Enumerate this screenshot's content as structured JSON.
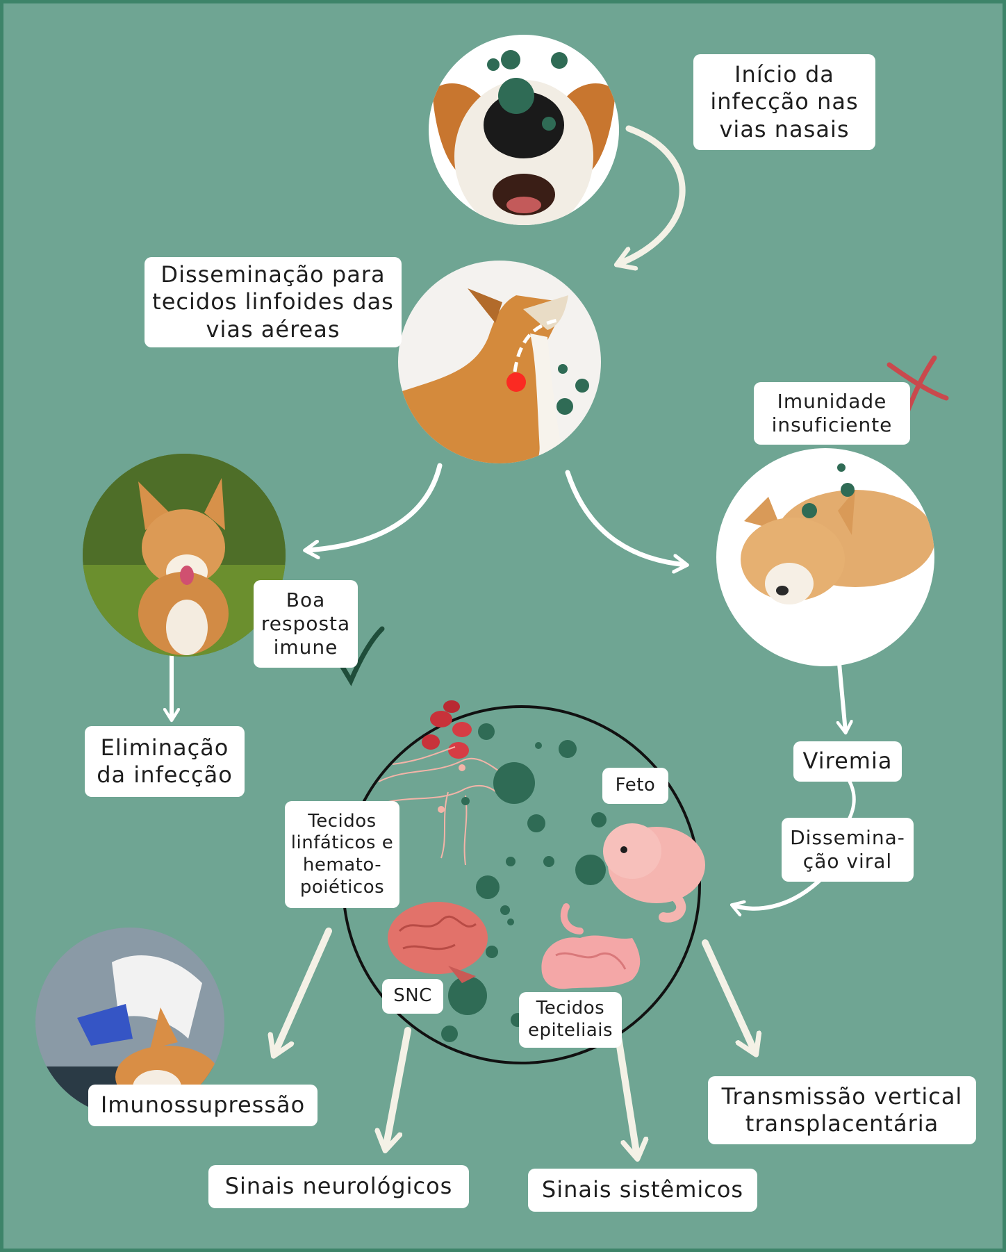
{
  "labels": {
    "inicio": "Início da\ninfecção nas\nvias nasais",
    "disseminacao_linfoides": "Disseminação para\ntecidos linfoides das\nvias aéreas",
    "imunidade": "Imunidade\ninsuficiente",
    "boa_resposta": "Boa\nresposta\nimune",
    "eliminacao": "Eliminação\nda infecção",
    "viremia": "Viremia",
    "disseminacao_viral": "Dissemina-\nção viral",
    "feto": "Feto",
    "tecidos_linfaticos": "Tecidos\nlinfáticos e\nhemato-\npoiéticos",
    "snc": "SNC",
    "tecidos_epiteliais": "Tecidos\nepiteliais",
    "imunossupressao": "Imunossupressão",
    "transmissao": "Transmissão vertical\ntransplacentária",
    "sinais_neuro": "Sinais neurológicos",
    "sinais_sistemicos": "Sinais sistêmicos"
  },
  "icons": [
    "corgi-nose-photo",
    "corgi-throat-photo",
    "corgi-running-photo",
    "corgi-lying-photo",
    "corgi-vet-photo",
    "virus-icon",
    "red-blood-cells-icon",
    "brain-icon",
    "intestine-icon",
    "fetus-icon",
    "neurons-icon",
    "check-icon",
    "cross-icon"
  ],
  "colors": {
    "background": "#6fa593",
    "border": "#3d8469",
    "virus": "#2f6b55",
    "check": "#1f4d3a",
    "cross": "#c9494d",
    "arrow": "#ffffff"
  }
}
